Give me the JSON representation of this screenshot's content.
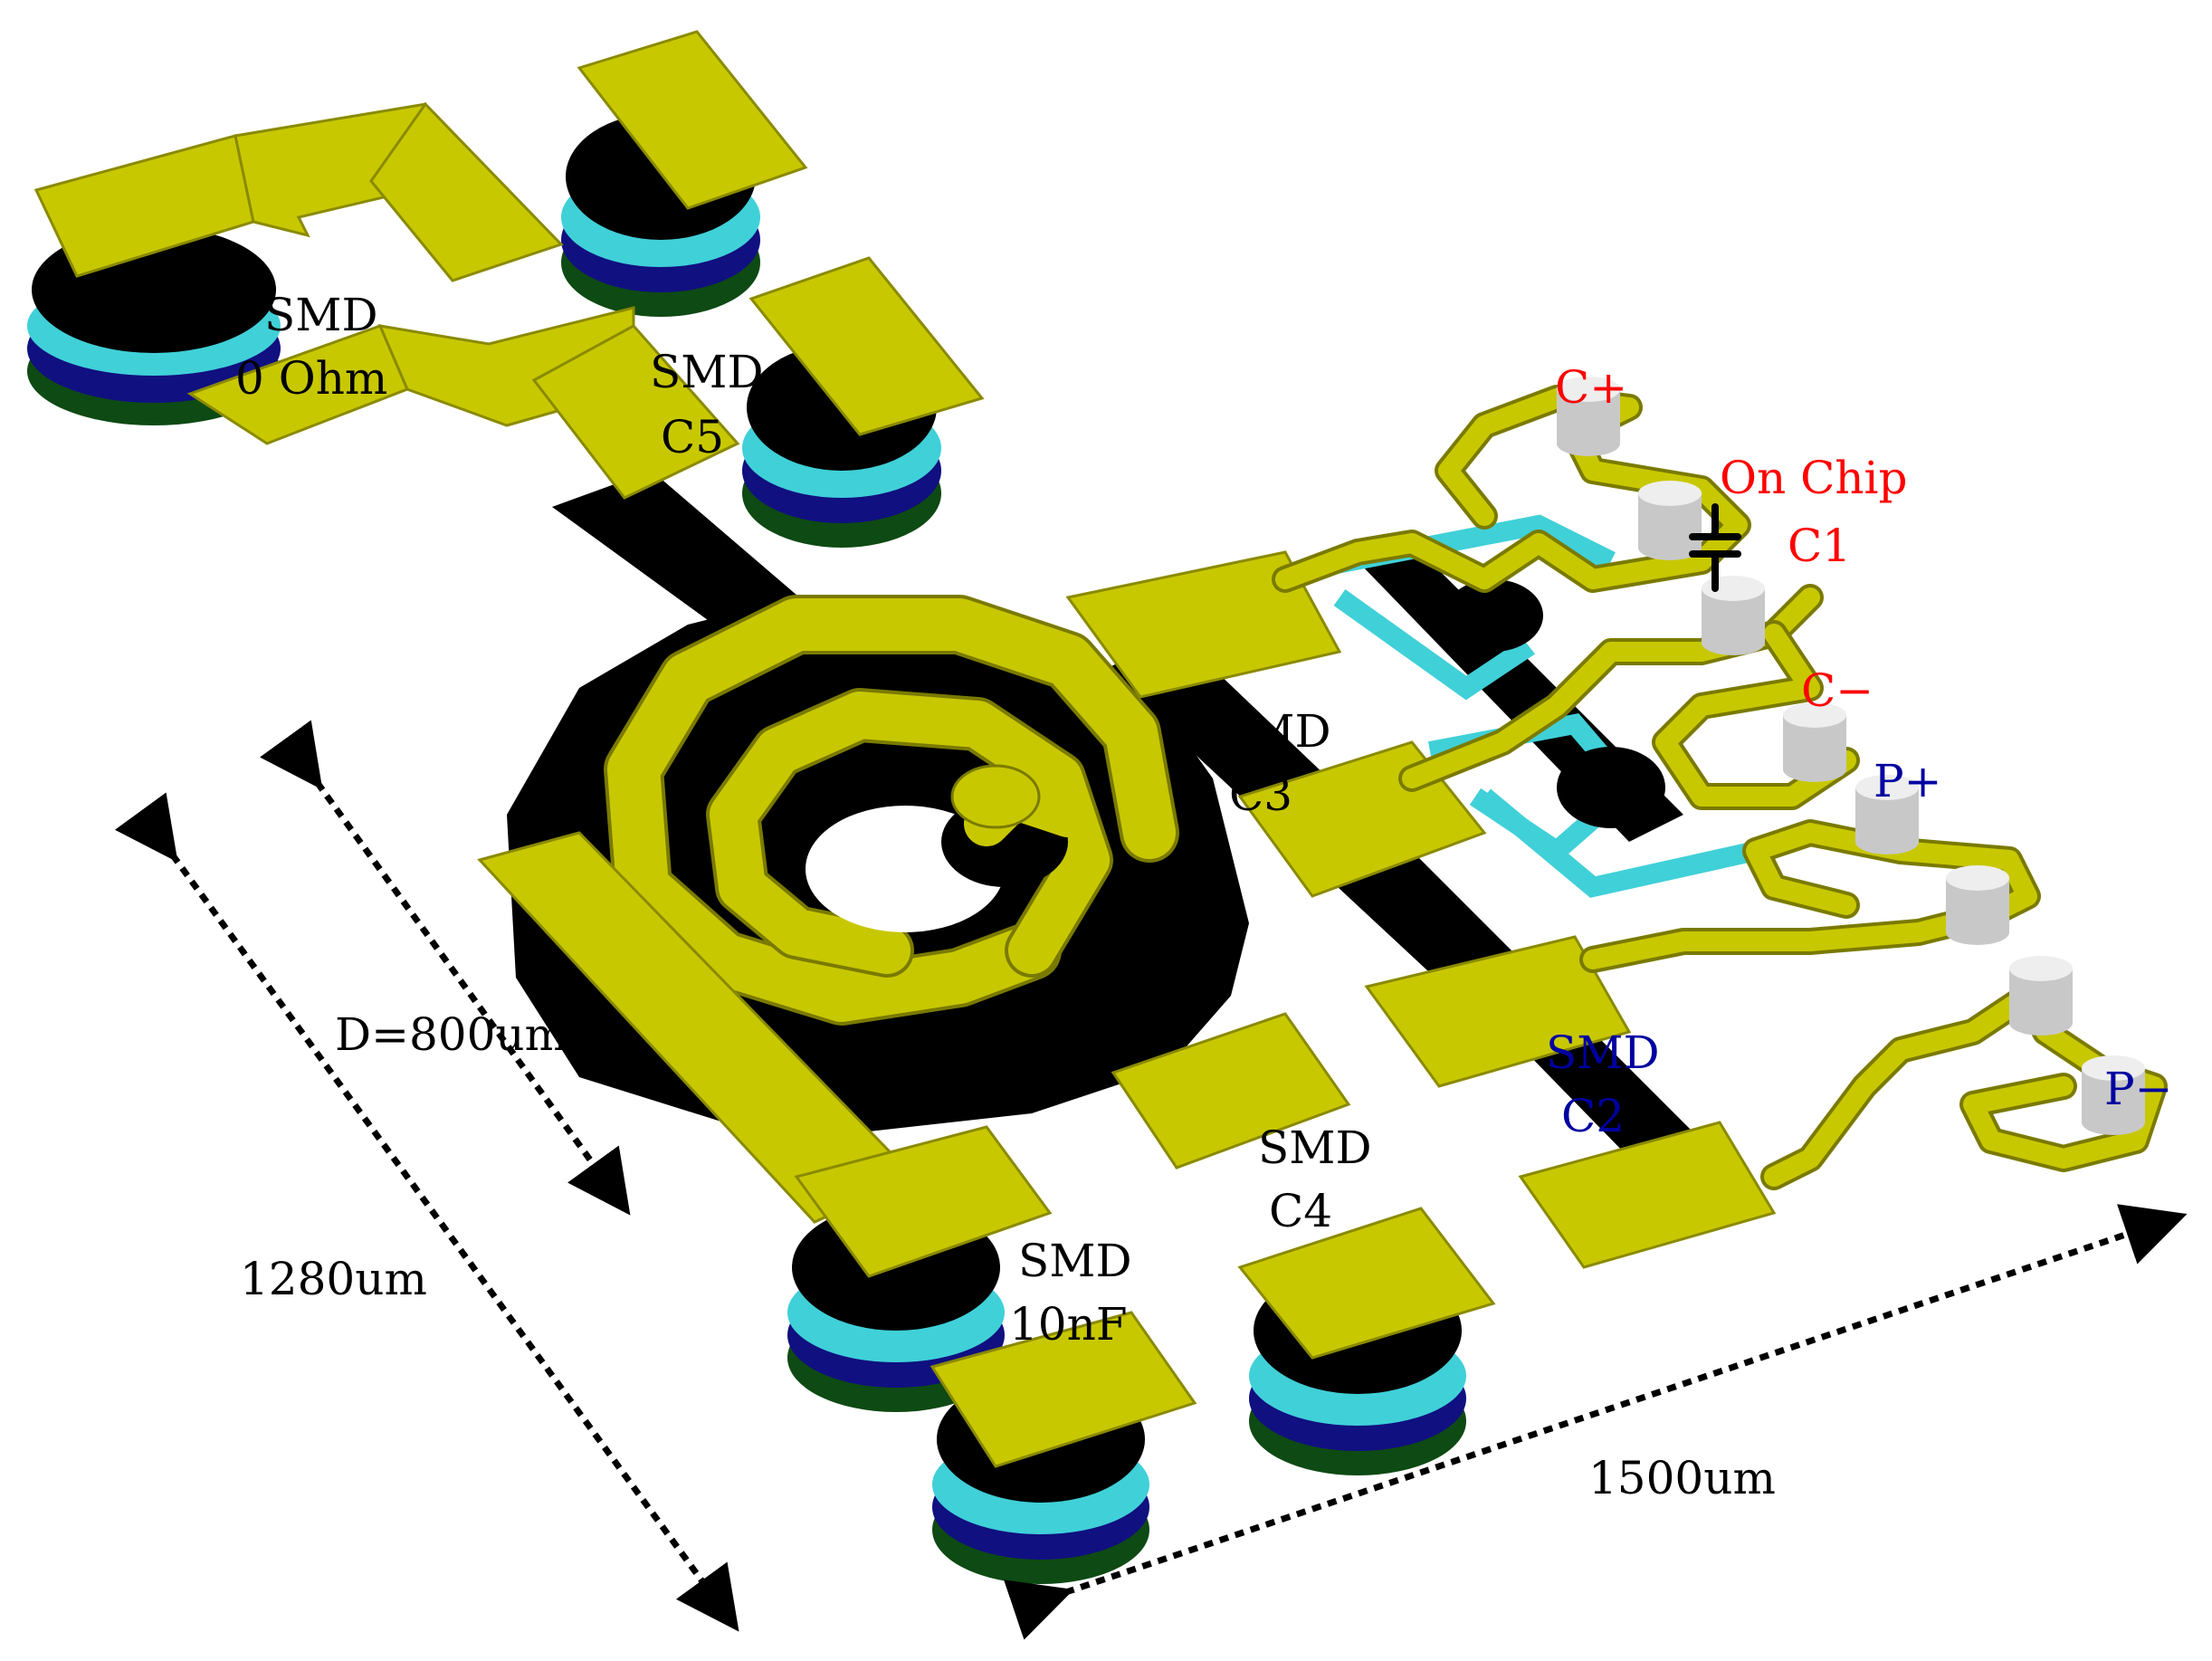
{
  "labels": {
    "smd_0ohm": [
      "SMD",
      "0 Ohm"
    ],
    "smd_c5": [
      "SMD",
      "C5"
    ],
    "smd_c3": [
      "SMD",
      "C3"
    ],
    "smd_c4": [
      "SMD",
      "C4"
    ],
    "smd_10nf": [
      "SMD",
      "10nF"
    ],
    "smd_c2": [
      "SMD",
      "C2"
    ],
    "on_chip_c1": [
      "On Chip",
      "C1"
    ],
    "c_plus": "C+",
    "c_minus": "C−",
    "p_plus": "P+",
    "p_minus": "P−"
  },
  "dimensions": {
    "diameter": "D=800um",
    "height": "1280um",
    "width": "1500um"
  },
  "colors": {
    "metal": "#c8c800",
    "ground": "#000000",
    "cyan_layer": "#40d0d8",
    "navy_layer": "#101080",
    "green_layer": "#0e4a14",
    "via_cap": "#dcdcdc",
    "label_red": "#ff0000",
    "label_blue": "#0000a0"
  }
}
